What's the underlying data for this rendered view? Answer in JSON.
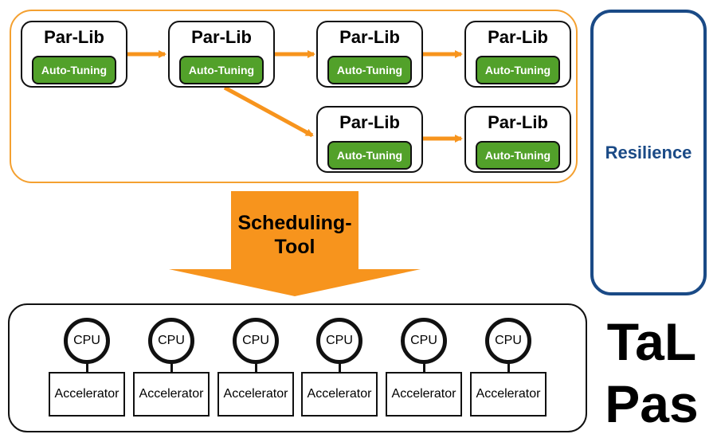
{
  "workflow": {
    "node_title": "Par-Lib",
    "node_subtitle": "Auto-Tuning",
    "nodes": [
      {
        "title": "Par-Lib",
        "subtitle": "Auto-Tuning"
      },
      {
        "title": "Par-Lib",
        "subtitle": "Auto-Tuning"
      },
      {
        "title": "Par-Lib",
        "subtitle": "Auto-Tuning"
      },
      {
        "title": "Par-Lib",
        "subtitle": "Auto-Tuning"
      },
      {
        "title": "Par-Lib",
        "subtitle": "Auto-Tuning"
      },
      {
        "title": "Par-Lib",
        "subtitle": "Auto-Tuning"
      }
    ]
  },
  "resilience": {
    "label": "Resilience"
  },
  "scheduling": {
    "line1": "Scheduling-",
    "line2": "Tool"
  },
  "hardware": {
    "units": [
      {
        "cpu": "CPU",
        "accelerator": "Accelerator"
      },
      {
        "cpu": "CPU",
        "accelerator": "Accelerator"
      },
      {
        "cpu": "CPU",
        "accelerator": "Accelerator"
      },
      {
        "cpu": "CPU",
        "accelerator": "Accelerator"
      },
      {
        "cpu": "CPU",
        "accelerator": "Accelerator"
      },
      {
        "cpu": "CPU",
        "accelerator": "Accelerator"
      }
    ]
  },
  "logo": {
    "line1": "TaL",
    "line2": "Pas"
  },
  "colors": {
    "workflow_border": "#f4a030",
    "arrow": "#f7941d",
    "auto_tuning": "#52a12a",
    "resilience": "#1a4a86"
  }
}
